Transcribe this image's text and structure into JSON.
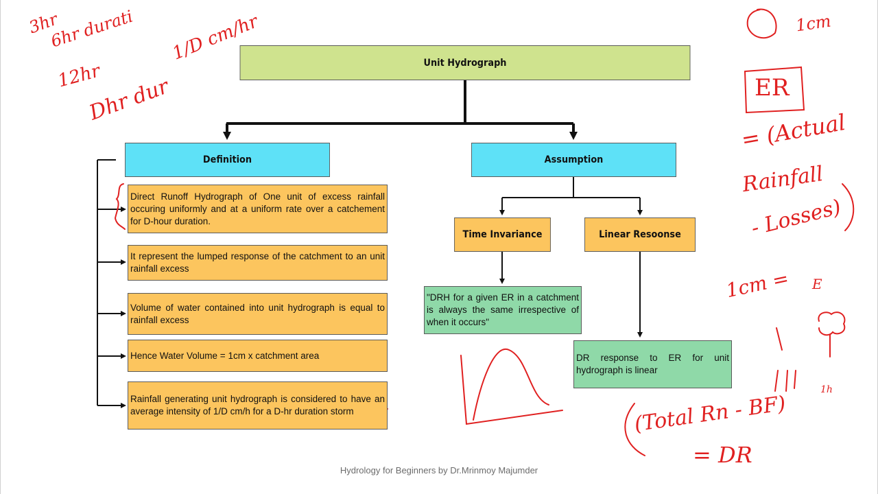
{
  "root": {
    "label": "Unit Hydrograph"
  },
  "definition": {
    "label": "Definition",
    "items": [
      "Direct Runoff Hydrograph of One unit of excess rainfall occuring uniformly and at a uniform rate over a catchement for D-hour duration.",
      "It represent the lumped response of the catchment to an unit rainfall excess",
      "Volume of water contained into unit hydrograph is equal to rainfall excess",
      "Hence Water Volume = 1cm x catchment area",
      "Rainfall generating unit hydrograph is considered to have an average intensity of 1/D cm/h for a D-hr duration storm"
    ]
  },
  "assumption": {
    "label": "Assumption",
    "time_invariance": {
      "label": "Time Invariance",
      "note": "\"DRH for a given ER in a catchment is always the same irrespective of when it occurs\""
    },
    "linear_response": {
      "label": "Linear Resoonse",
      "note": "DR response to ER for unit hydrograph is linear"
    }
  },
  "footer": "Hydrology for Beginners by Dr.Mrinmoy Majumder",
  "annotations": {
    "left": [
      "3hr",
      "6hr durati",
      "12hr",
      "Dhr dur",
      "1/D cm/hr"
    ],
    "right": [
      "1cm",
      "ER",
      "= (Actual",
      "Rainfall",
      "- Losses)",
      "1cm =",
      "E",
      "(Total Rn - BF)",
      "= DR",
      "1h"
    ]
  },
  "colors": {
    "root": "#cfe38e",
    "cyan": "#5ee1f7",
    "orange": "#fcc55e",
    "green": "#8fd9a8",
    "ink": "#e02020"
  }
}
